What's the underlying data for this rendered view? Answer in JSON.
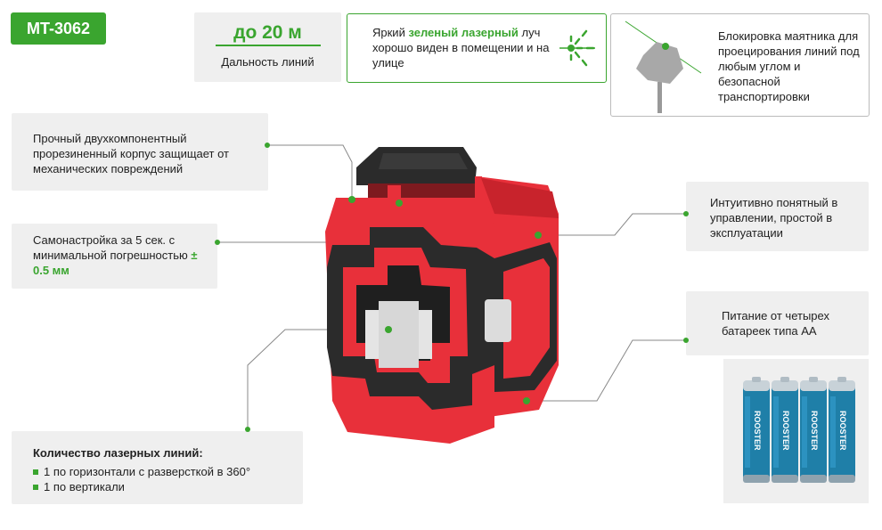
{
  "model": "MT-3062",
  "range": {
    "value": "до 20 м",
    "label": "Дальность линий"
  },
  "laser": {
    "prefix": "Яркий ",
    "highlight": "зеленый лазерный",
    "rest": "луч хорошо виден в помещении и на улице"
  },
  "pendulum": {
    "text": "Блокировка маятника для проецирования линий под любым углом и безопасной транспортировки"
  },
  "body_case": {
    "text": "Прочный двухкомпонентный прорезиненный корпус защищает от механических повреждений"
  },
  "self_level": {
    "text": "Самонастройка за 5 сек. с минимальной погрешностью",
    "accuracy": "± 0.5 мм"
  },
  "controls": {
    "text": "Интуитивно понятный в управлении, простой в эксплуатации"
  },
  "power": {
    "text": "Питание от четырех батареек типа АА"
  },
  "lines": {
    "title": "Количество лазерных линий:",
    "items": [
      "1 по горизонтали с разверсткой в 360°",
      "1 по вертикали"
    ]
  },
  "battery_brand": "ROOSTER",
  "colors": {
    "accent": "#3aa52f",
    "device_red": "#e8303a",
    "device_black": "#2b2b2b",
    "battery_blue": "#1f7fa8"
  }
}
